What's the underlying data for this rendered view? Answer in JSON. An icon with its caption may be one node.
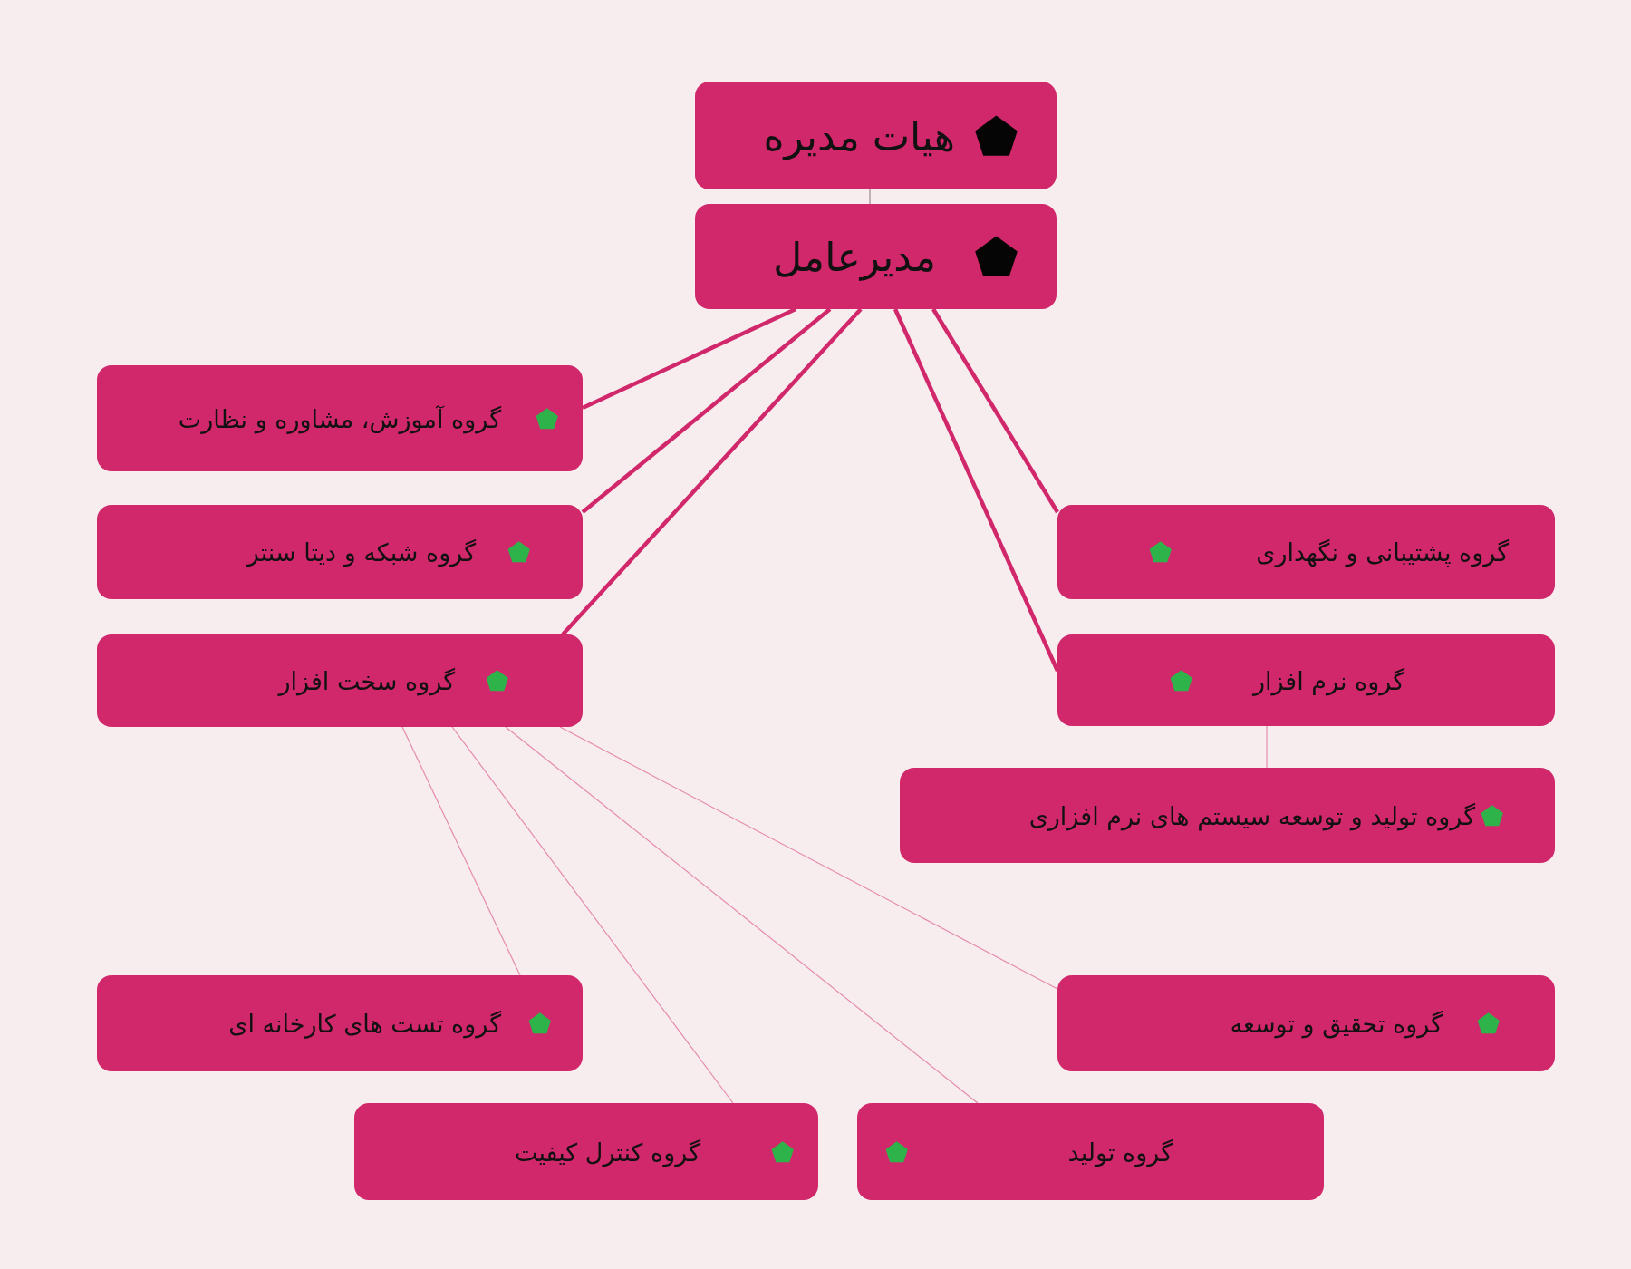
{
  "diagram": {
    "nodes": [
      {
        "text": [
          "هیات مدیره"
        ]
      },
      {
        "text": [
          "مدیرعامل"
        ]
      },
      {
        "text": [
          "گروه آموزش، مشاوره و نظارت"
        ]
      },
      {
        "text": [
          "گروه شبکه و دیتا سنتر"
        ]
      },
      {
        "text": [
          "گروه سخت افزار"
        ]
      },
      {
        "text": [
          "گروه پشتیبانی و نگهداری"
        ]
      },
      {
        "text": [
          "گروه نرم افزار"
        ]
      },
      {
        "text": [
          "گروه تولید و توسعه سیستم های نرم افزاری"
        ]
      },
      {
        "text": [
          "گروه تست های کارخانه ای"
        ]
      },
      {
        "text": [
          "گروه تحقیق و توسعه"
        ]
      },
      {
        "text": [
          "گروه کنترل کیفیت"
        ]
      },
      {
        "text": [
          "گروه تولید"
        ]
      }
    ],
    "edges": [
      {
        "from": 0,
        "to": 1,
        "arrow": "none",
        "color": "#9a8a90"
      },
      {
        "from": 1,
        "to": 2,
        "arrow": "none",
        "style": "thick",
        "color": "#d1286b"
      },
      {
        "from": 1,
        "to": 3,
        "arrow": "none",
        "style": "thick",
        "color": "#d1286b"
      },
      {
        "from": 1,
        "to": 4,
        "arrow": "none",
        "style": "thick",
        "color": "#d1286b"
      },
      {
        "from": 1,
        "to": 5,
        "arrow": "none",
        "style": "thick",
        "color": "#d1286b"
      },
      {
        "from": 1,
        "to": 6,
        "arrow": "none",
        "style": "thick",
        "color": "#d1286b"
      },
      {
        "from": 6,
        "to": 7,
        "arrow": "none",
        "color": "#e58aad"
      },
      {
        "from": 4,
        "to": 8,
        "arrow": "none",
        "color": "#e58aad"
      },
      {
        "from": 4,
        "to": 10,
        "arrow": "none",
        "color": "#e58aad"
      },
      {
        "from": 4,
        "to": 11,
        "arrow": "none",
        "color": "#e58aad"
      },
      {
        "from": 4,
        "to": 9,
        "arrow": "none",
        "color": "#e58aad"
      }
    ]
  }
}
